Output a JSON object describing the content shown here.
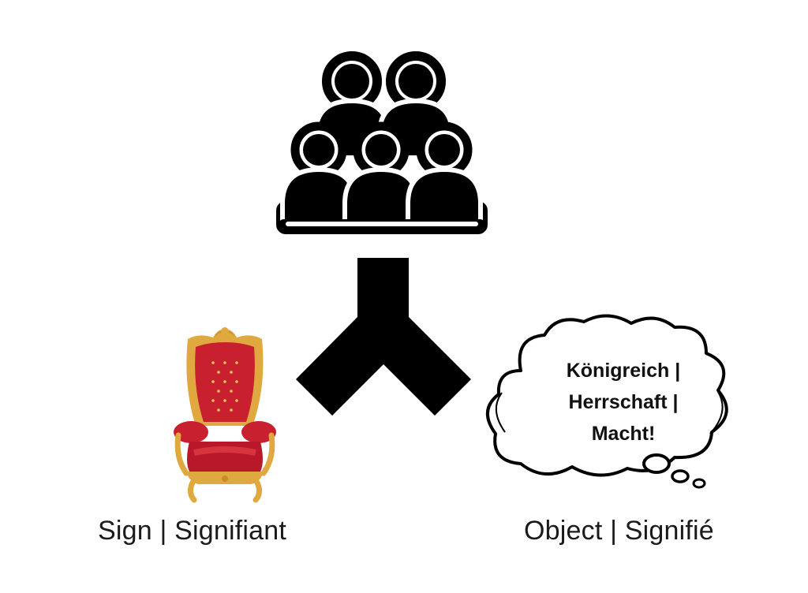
{
  "labels": {
    "sign": "Sign | Signifiant",
    "object": "Object | Signifié"
  },
  "thought_bubble": {
    "lines": [
      "Königreich |",
      "Herrschaft |",
      "Macht!"
    ]
  },
  "icons": {
    "interpretant": "audience-group-icon",
    "connector": "y-connector-icon",
    "sign": "throne-chair-icon",
    "object": "thought-bubble-icon"
  },
  "colors": {
    "ink": "#000000",
    "throne_red": "#c8202e",
    "throne_gold": "#e0a93f"
  }
}
